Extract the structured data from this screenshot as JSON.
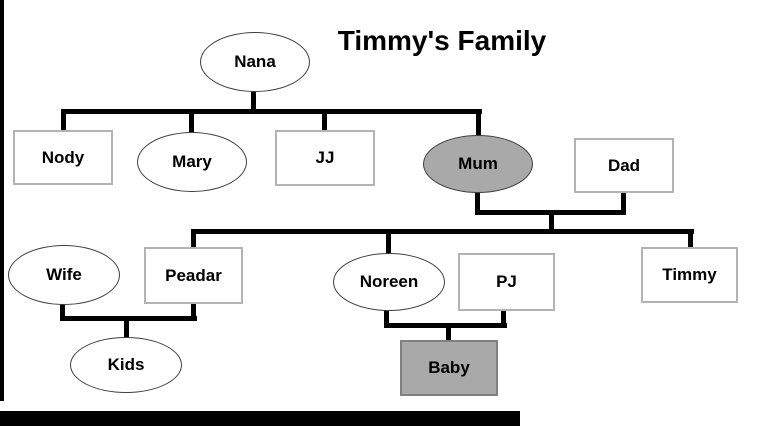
{
  "title": "Timmy's Family",
  "diagram": {
    "nodes": {
      "nana": {
        "label": "Nana",
        "shape": "ellipse",
        "highlighted": false
      },
      "nody": {
        "label": "Nody",
        "shape": "rectangle",
        "highlighted": false
      },
      "mary": {
        "label": "Mary",
        "shape": "ellipse",
        "highlighted": false
      },
      "jj": {
        "label": "JJ",
        "shape": "rectangle",
        "highlighted": false
      },
      "mum": {
        "label": "Mum",
        "shape": "ellipse",
        "highlighted": true
      },
      "dad": {
        "label": "Dad",
        "shape": "rectangle",
        "highlighted": false
      },
      "wife": {
        "label": "Wife",
        "shape": "ellipse",
        "highlighted": false
      },
      "peadar": {
        "label": "Peadar",
        "shape": "rectangle",
        "highlighted": false
      },
      "noreen": {
        "label": "Noreen",
        "shape": "ellipse",
        "highlighted": false
      },
      "pj": {
        "label": "PJ",
        "shape": "rectangle",
        "highlighted": false
      },
      "timmy": {
        "label": "Timmy",
        "shape": "rectangle",
        "highlighted": false
      },
      "kids": {
        "label": "Kids",
        "shape": "ellipse",
        "highlighted": false
      },
      "baby": {
        "label": "Baby",
        "shape": "rectangle",
        "highlighted": true
      }
    },
    "colors": {
      "highlight_fill": "#a9a9a9",
      "connector": "#000000",
      "rect_border": "#b3b3b3",
      "ellipse_border": "#3f3f3f",
      "text": "#000000"
    }
  }
}
